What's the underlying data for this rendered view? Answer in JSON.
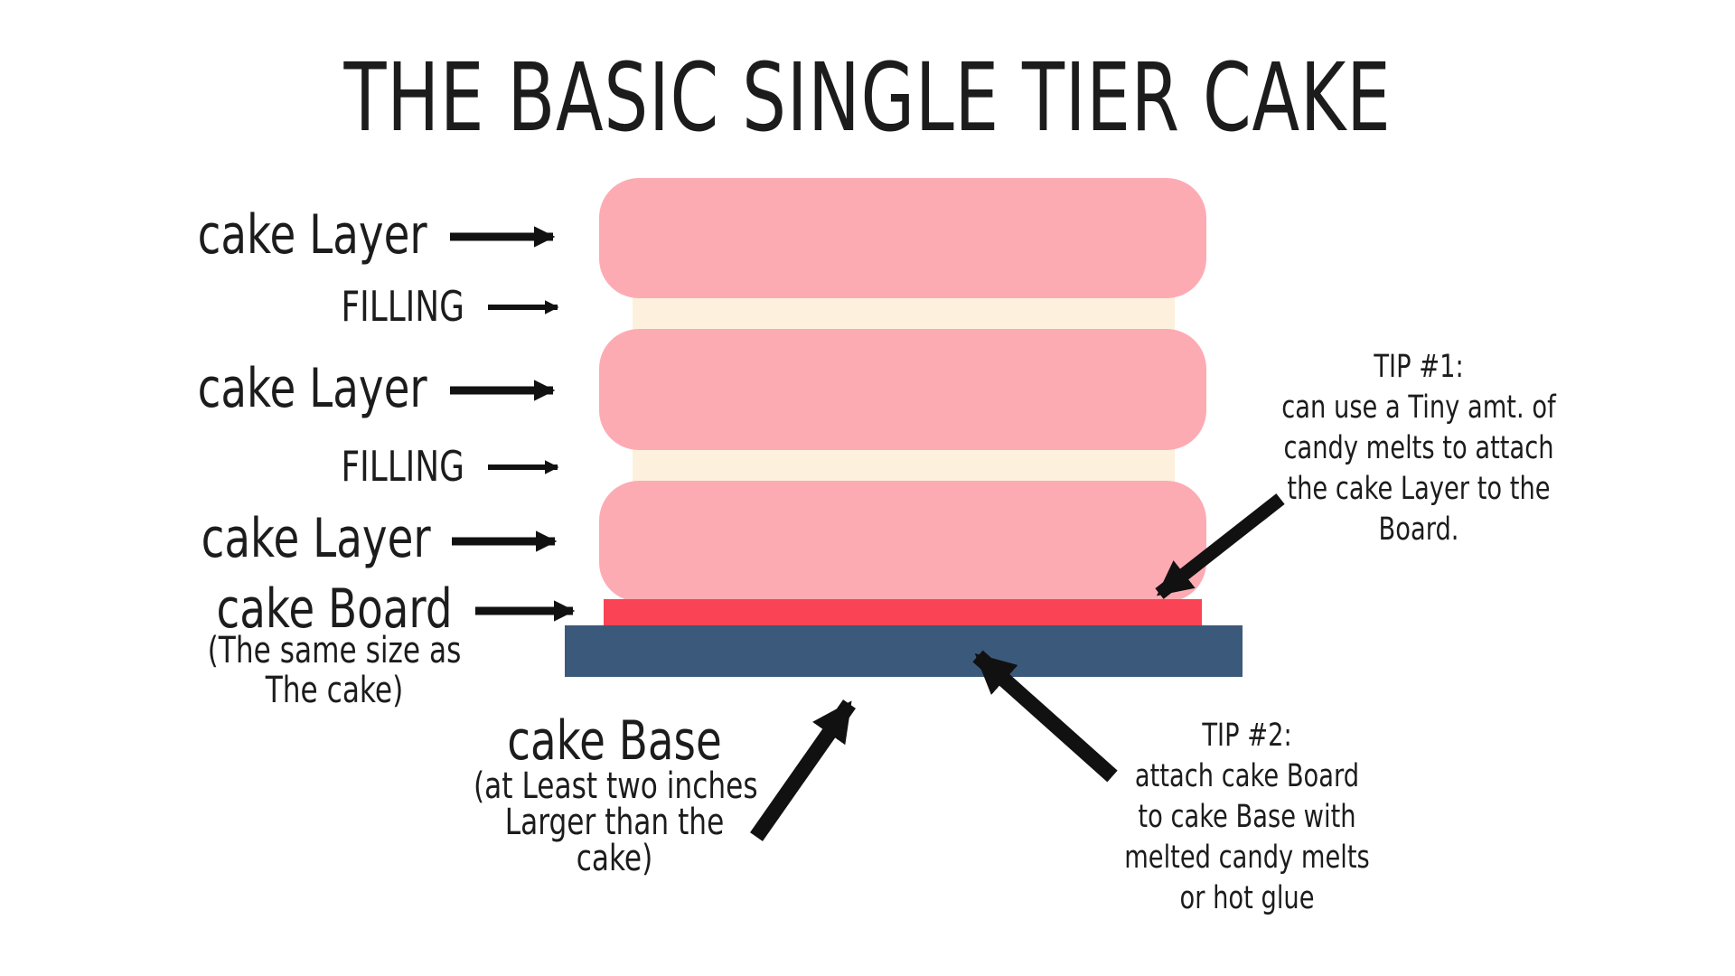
{
  "title": "THE BASIC SINGLE TIER CAKE",
  "colors": {
    "cake": "#fdabb3",
    "filling": "#fdf0dc",
    "board": "#fa4455",
    "base": "#3b5a7b",
    "arrow": "#111111"
  },
  "labels": {
    "cake_layer_1": "cake Layer",
    "filling_1": "FILLING",
    "cake_layer_2": "cake Layer",
    "filling_2": "FILLING",
    "cake_layer_3": "cake Layer",
    "cake_board": "cake Board",
    "cake_board_note_1": "(The same size as",
    "cake_board_note_2": "The cake)",
    "cake_base": "cake Base",
    "cake_base_note_1": "(at Least two inches",
    "cake_base_note_2": "Larger than the",
    "cake_base_note_3": "cake)"
  },
  "tip1": {
    "heading": "TIP #1:",
    "lines": [
      "can use a Tiny amt. of",
      "candy melts to attach",
      "the cake Layer to the",
      "Board."
    ]
  },
  "tip2": {
    "heading": "TIP #2:",
    "lines": [
      "attach cake Board",
      "to cake Base with",
      "melted candy melts",
      "or hot glue"
    ]
  }
}
